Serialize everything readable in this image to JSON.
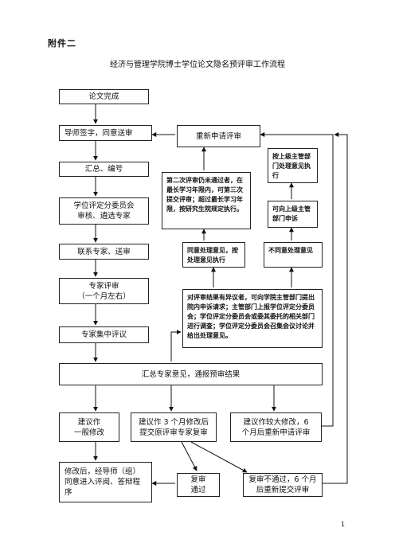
{
  "header": {
    "attachment": "附件二",
    "title": "经济与管理学院博士学位论文隐名预评审工作流程"
  },
  "boxes": {
    "thesis_done": "论文完成",
    "advisor_sign": "导师签字，同意送审",
    "summary_number": "汇总、编号",
    "committee_review": "学位评定分委员会\n审核、遴选专家",
    "contact_send": "联系专家、送审",
    "expert_review": "专家评审\n（一个月左右）",
    "expert_group": "专家集中评议",
    "summary_notify": "汇总专家意见，通报预审结果",
    "general_revise": "建议作\n一般修改",
    "three_month": "建议作 3 个月修改后\n提交原评审专家复审",
    "major_revise": "建议作较大修改，6\n个月后重新申请评审",
    "after_revise": "修改后，经导师（组）\n同意进入评阅、答辩程\n序",
    "review_pass": "复审\n通过",
    "review_fail": "复审不通过，6 个月\n后重新提交评审",
    "reapply": "重新申请评审",
    "second_fail": "第二次评审仍未通过者，在最长学习年限内，可第三次提交评审；超过最长学习年限，按研究生院规定执行。",
    "appeal_higher_result": "按上级主管部门处理意见执行",
    "appeal_higher": "可向上级主管部门申诉",
    "agree": "同意处理意见，按处理意见执行",
    "disagree": "不同意处理意见",
    "objection": "对评审结果有异议者，可向学院主管部门提出院内申诉请求；主管部门上报学位评定分委员会；学位评定分委员会或委其委托的相关部门进行调查；学位评定分委员会召集会议讨论并给出处理意见。"
  },
  "footer": {
    "page": "1"
  }
}
